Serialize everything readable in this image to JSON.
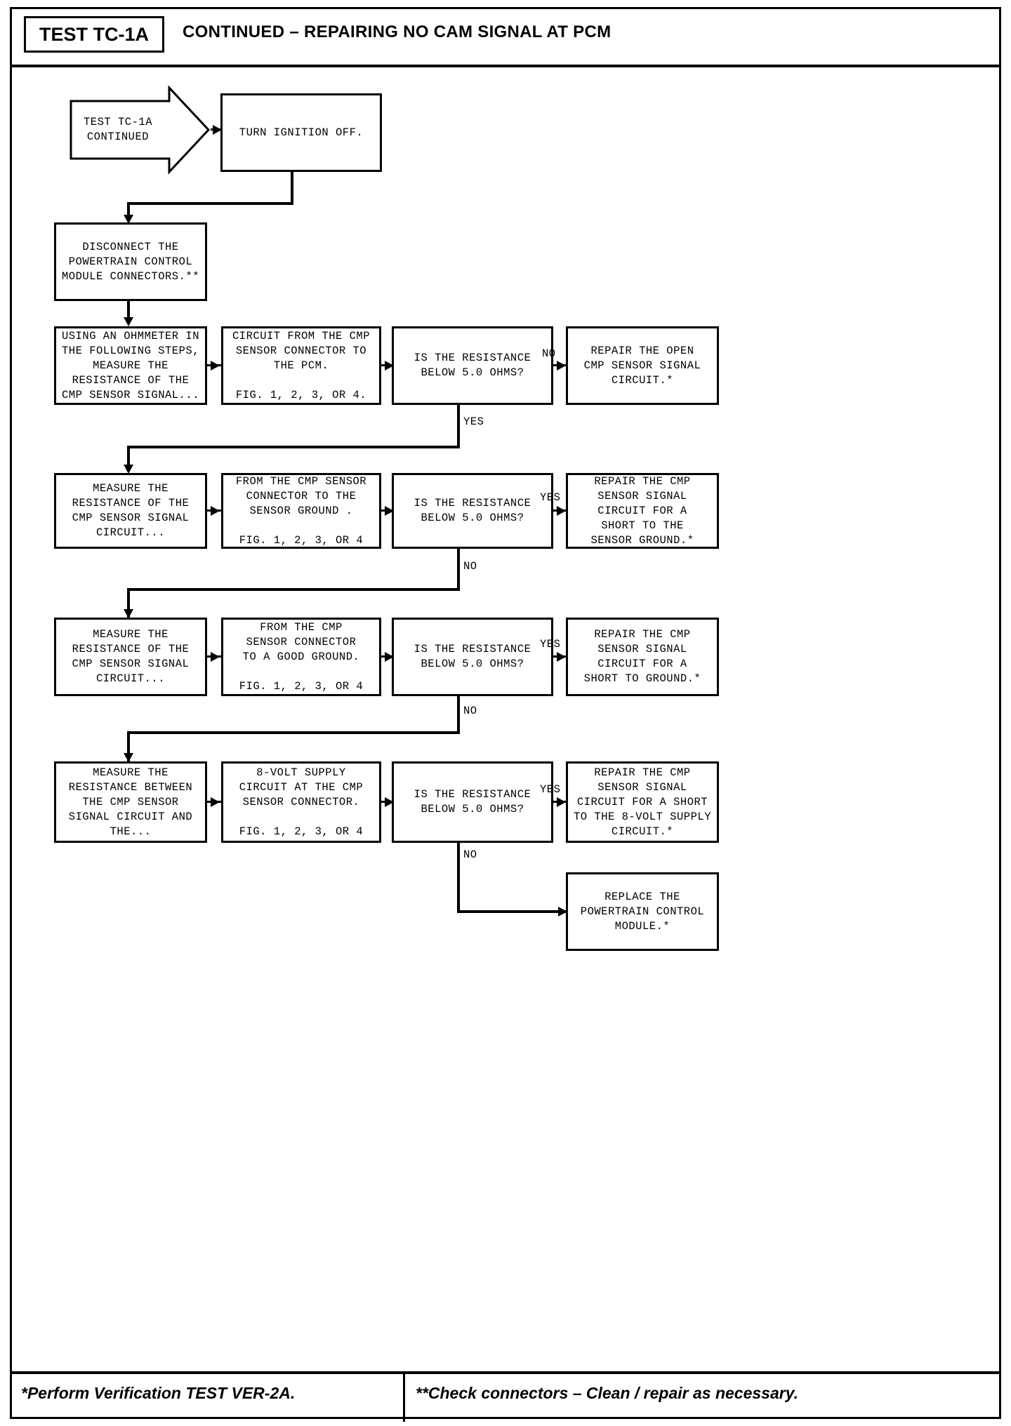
{
  "header": {
    "test_id": "TEST TC-1A",
    "title": "CONTINUED – REPAIRING NO CAM SIGNAL AT PCM"
  },
  "footer": {
    "left_note": "*Perform Verification TEST VER-2A.",
    "right_note": "**Check connectors – Clean / repair as necessary."
  },
  "flowchart": {
    "type": "flowchart",
    "nodes": {
      "start": "TEST TC-1A\nCONTINUED",
      "turn_ignition_off": "TURN IGNITION OFF.",
      "disconnect_pcm": "DISCONNECT THE\nPOWERTRAIN CONTROL\nMODULE CONNECTORS.**",
      "r1_action": "USING AN OHMMETER IN\nTHE FOLLOWING STEPS,\nMEASURE THE\nRESISTANCE OF THE\nCMP SENSOR SIGNAL...",
      "r1_detail": "CIRCUIT FROM THE CMP\nSENSOR CONNECTOR TO\nTHE PCM.\n\nFIG. 1, 2, 3, OR 4.",
      "r1_decision": "IS THE RESISTANCE\nBELOW 5.0 OHMS?",
      "r1_result": "REPAIR THE OPEN\nCMP SENSOR SIGNAL\nCIRCUIT.*",
      "r2_action": "MEASURE THE\nRESISTANCE OF THE\nCMP SENSOR SIGNAL\nCIRCUIT...",
      "r2_detail": "FROM THE CMP SENSOR\nCONNECTOR TO THE\nSENSOR GROUND .\n\nFIG. 1, 2, 3, OR 4",
      "r2_decision": "IS THE RESISTANCE\nBELOW 5.0 OHMS?",
      "r2_result": "REPAIR THE CMP\nSENSOR SIGNAL\nCIRCUIT FOR A\nSHORT TO THE\nSENSOR GROUND.*",
      "r3_action": "MEASURE THE\nRESISTANCE OF THE\nCMP SENSOR SIGNAL\nCIRCUIT...",
      "r3_detail": "FROM THE CMP\nSENSOR CONNECTOR\nTO A GOOD GROUND.\n\nFIG. 1, 2, 3, OR 4",
      "r3_decision": "IS THE RESISTANCE\nBELOW 5.0 OHMS?",
      "r3_result": "REPAIR THE CMP\nSENSOR SIGNAL\nCIRCUIT FOR A\nSHORT TO GROUND.*",
      "r4_action": "MEASURE THE\nRESISTANCE BETWEEN\nTHE CMP SENSOR\nSIGNAL CIRCUIT AND\nTHE...",
      "r4_detail": "8-VOLT SUPPLY\nCIRCUIT AT THE CMP\nSENSOR CONNECTOR.\n\nFIG. 1, 2, 3, OR 4",
      "r4_decision": "IS THE RESISTANCE\nBELOW 5.0 OHMS?",
      "r4_result": "REPAIR THE CMP\nSENSOR SIGNAL\nCIRCUIT FOR A SHORT\nTO THE 8-VOLT SUPPLY\nCIRCUIT.*",
      "final": "REPLACE THE\nPOWERTRAIN CONTROL\nMODULE.*"
    },
    "edge_labels": {
      "r1_no": "NO",
      "r1_yes": "YES",
      "r2_yes": "YES",
      "r2_no": "NO",
      "r3_yes": "YES",
      "r3_no": "NO",
      "r4_yes": "YES",
      "r4_no": "NO"
    }
  }
}
